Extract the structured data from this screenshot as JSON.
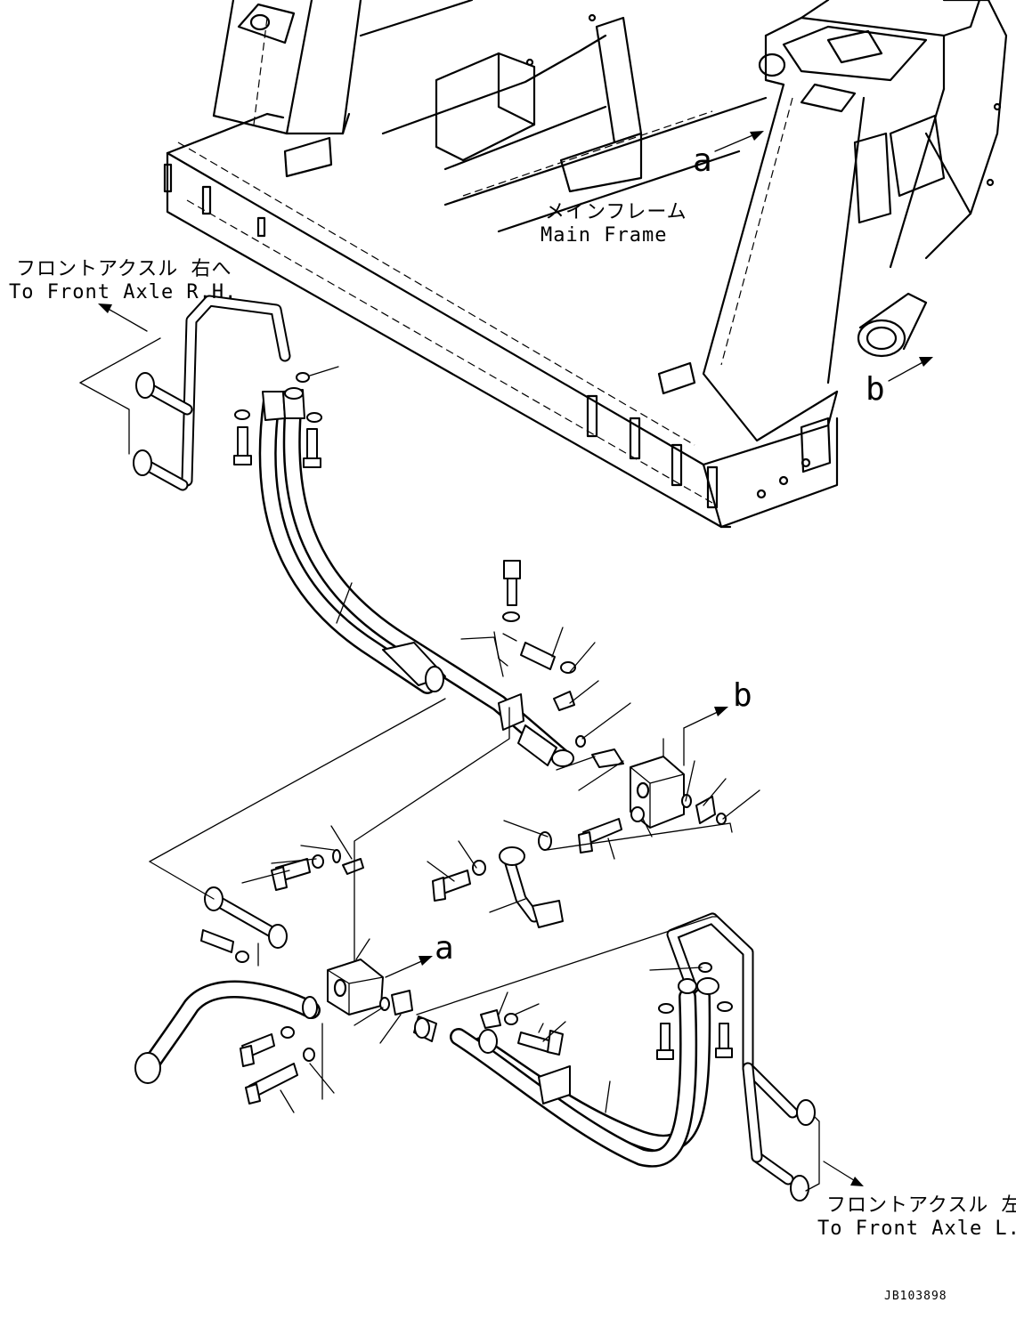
{
  "callouts": {
    "a_top": "a",
    "b_right": "b",
    "b_mid": "b",
    "a_mid": "a"
  },
  "labels": {
    "main_frame_jp": "メインフレーム",
    "main_frame_en": "Main Frame",
    "front_axle_rh_jp": "フロントアクスル 右へ",
    "front_axle_rh_en": "To Front Axle R.H.",
    "front_axle_lh_jp": "フロントアクスル 左へ",
    "front_axle_lh_en": "To Front Axle L.H."
  },
  "drawing_code": "JB103898",
  "line_color": "#000000",
  "background": "#ffffff"
}
